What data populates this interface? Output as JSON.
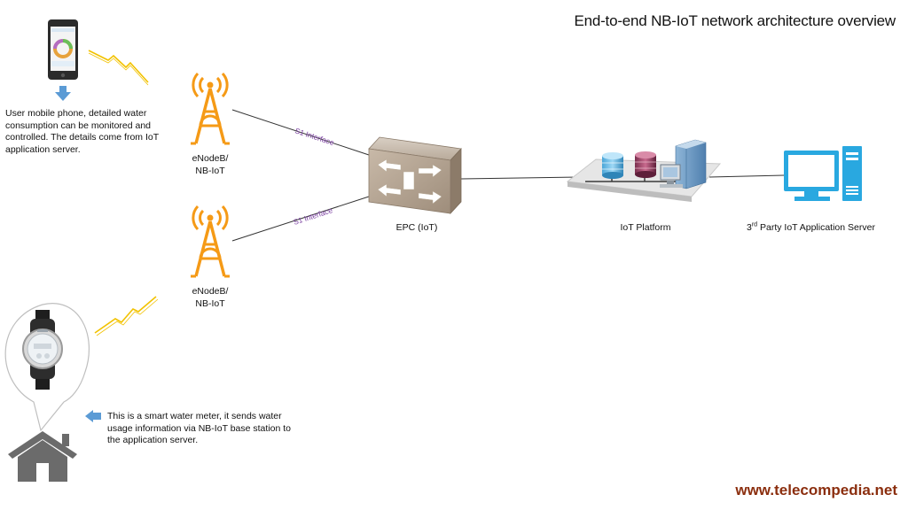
{
  "title": "End-to-end NB-IoT  network architecture overview",
  "phone": {
    "description": "User mobile phone,  detailed water consumption  can be monitored  and controlled. The details come from IoT application server."
  },
  "meter": {
    "description": "This is a smart water meter, it sends water usage information via NB-IoT base station to the application server."
  },
  "enodeb_top": {
    "line1": "eNodeB/",
    "line2": "NB-IoT"
  },
  "enodeb_bottom": {
    "line1": "eNodeB/",
    "line2": "NB-IoT"
  },
  "interface_top": "S1 Interface",
  "interface_bottom": "S1 Interface",
  "epc": {
    "label": "EPC (IoT)"
  },
  "platform": {
    "label": "IoT Platform"
  },
  "server": {
    "label_sup": "rd",
    "label_pre": "3",
    "label_rest": " Party IoT Application Server"
  },
  "brand": "www.telecompedia.net",
  "colors": {
    "antenna": "#f59a16",
    "interface_text": "#7a3fa0",
    "arrow": "#5b9bd5",
    "computer": "#29a8e0",
    "house": "#6b6b6b",
    "lightning": "#f2c200",
    "brand": "#8b2e0e"
  },
  "icons": [
    "phone-icon",
    "antenna-icon",
    "epc-box-icon",
    "server-platform-icon",
    "computer-icon",
    "water-meter-icon",
    "house-icon",
    "lightning-icon",
    "arrow-down-icon",
    "arrow-left-icon"
  ]
}
